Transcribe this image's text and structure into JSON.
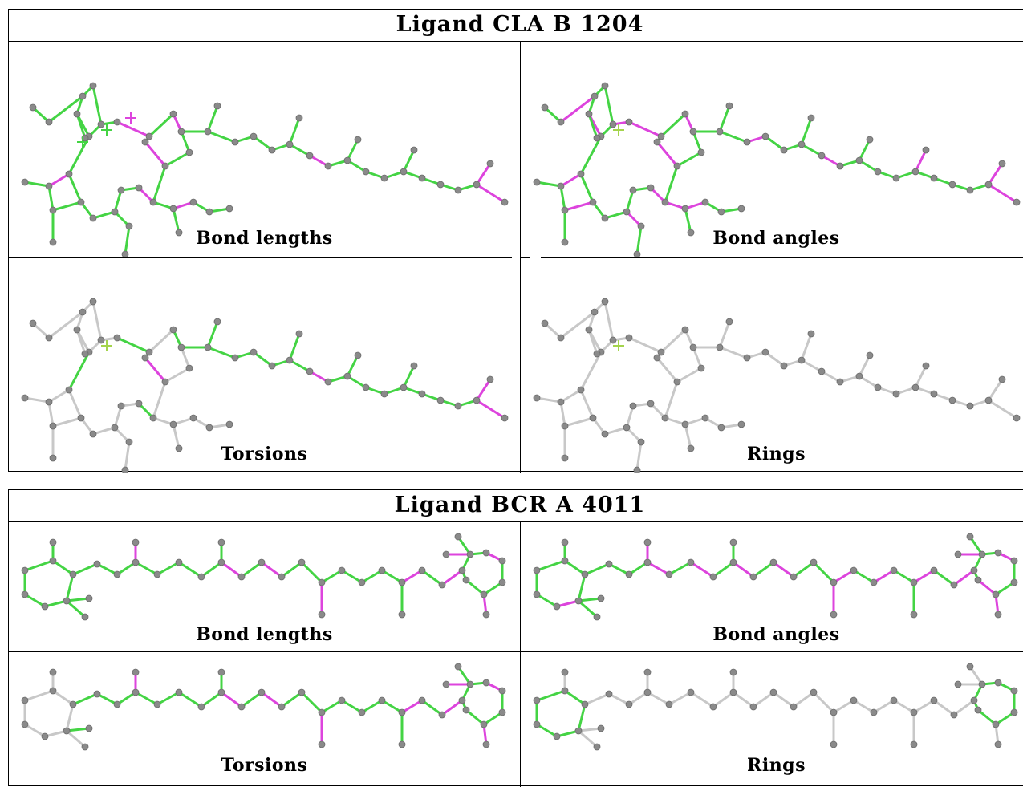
{
  "ligands": [
    {
      "title": "Ligand CLA B 1204",
      "panels": [
        {
          "caption": "Bond lengths",
          "mode": "bl"
        },
        {
          "caption": "Bond angles",
          "mode": "ba"
        },
        {
          "caption": "Torsions",
          "mode": "tor"
        },
        {
          "caption": "Rings",
          "mode": "ring"
        }
      ]
    },
    {
      "title": "Ligand BCR A 4011",
      "panels": [
        {
          "caption": "Bond lengths",
          "mode": "bl"
        },
        {
          "caption": "Bond angles",
          "mode": "ba"
        },
        {
          "caption": "Torsions",
          "mode": "tor"
        },
        {
          "caption": "Rings",
          "mode": "ring"
        }
      ]
    }
  ],
  "colors": {
    "ok": "#44d444",
    "outlier": "#dd44dd",
    "neutral": "#c8c8c8",
    "atom": "#8a8a8a",
    "marker": "#a4d44c"
  }
}
